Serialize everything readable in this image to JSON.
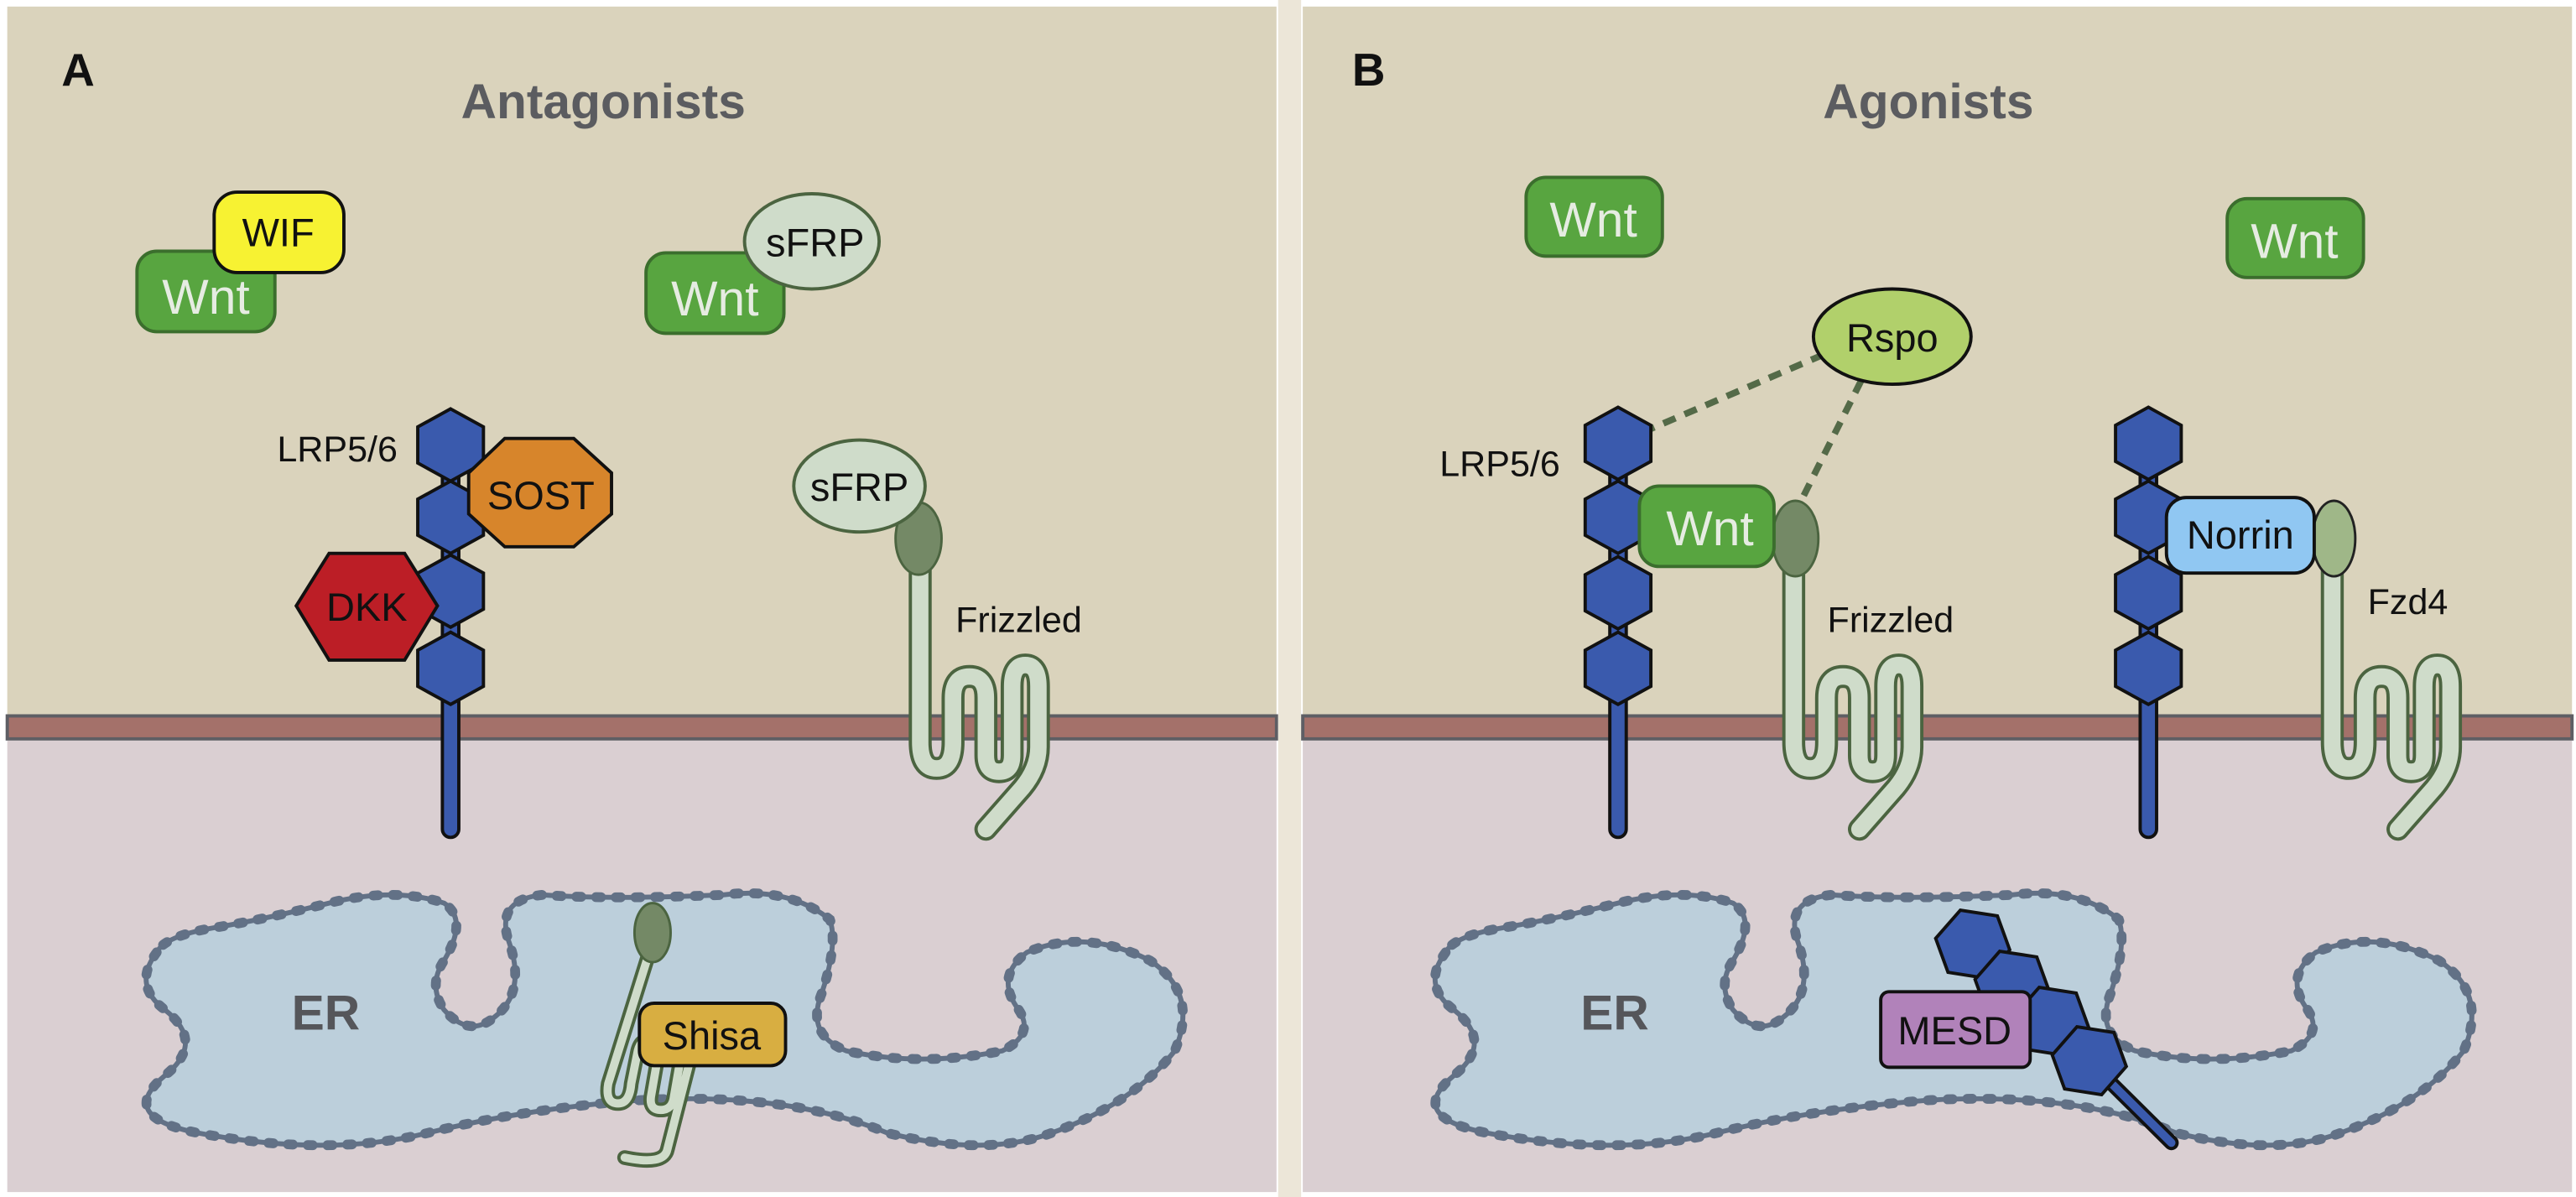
{
  "panels": {
    "A": {
      "letter": "A",
      "title": "Antagonists",
      "labels": {
        "lrp": "LRP5/6",
        "frizzled": "Frizzled",
        "er": "ER"
      },
      "proteins": {
        "wif": "WIF",
        "wnt1": "Wnt",
        "sfrp_free": "sFRP",
        "wnt2": "Wnt",
        "sfrp_bound": "sFRP",
        "sost": "SOST",
        "dkk": "DKK",
        "shisa": "Shisa"
      }
    },
    "B": {
      "letter": "B",
      "title": "Agonists",
      "labels": {
        "lrp": "LRP5/6",
        "frizzled": "Frizzled",
        "fzd4": "Fzd4",
        "er": "ER"
      },
      "proteins": {
        "wnt_free1": "Wnt",
        "wnt_free2": "Wnt",
        "rspo": "Rspo",
        "wnt_bound": "Wnt",
        "norrin": "Norrin",
        "mesd": "MESD"
      }
    }
  },
  "colors": {
    "extracellular": "#dad3bc",
    "cytoplasm": "#dacfd2",
    "membrane": "#a4716a",
    "er_lumen": "#bccfdb",
    "er_membrane": "#627186",
    "lrp_blue": "#3a5aad",
    "wnt_green": "#58a540",
    "wif_yellow": "#f7f232",
    "sost_orange": "#d7852b",
    "dkk_red": "#bc1e26",
    "sfrp_fill": "#cfdcca",
    "frizzled_crd": "#748966",
    "fzd4_crd": "#9fb788",
    "rspo_green": "#b1d06b",
    "norrin_blue": "#90c7f2",
    "shisa_gold": "#d8ae41",
    "mesd_purple": "#b182ba"
  }
}
